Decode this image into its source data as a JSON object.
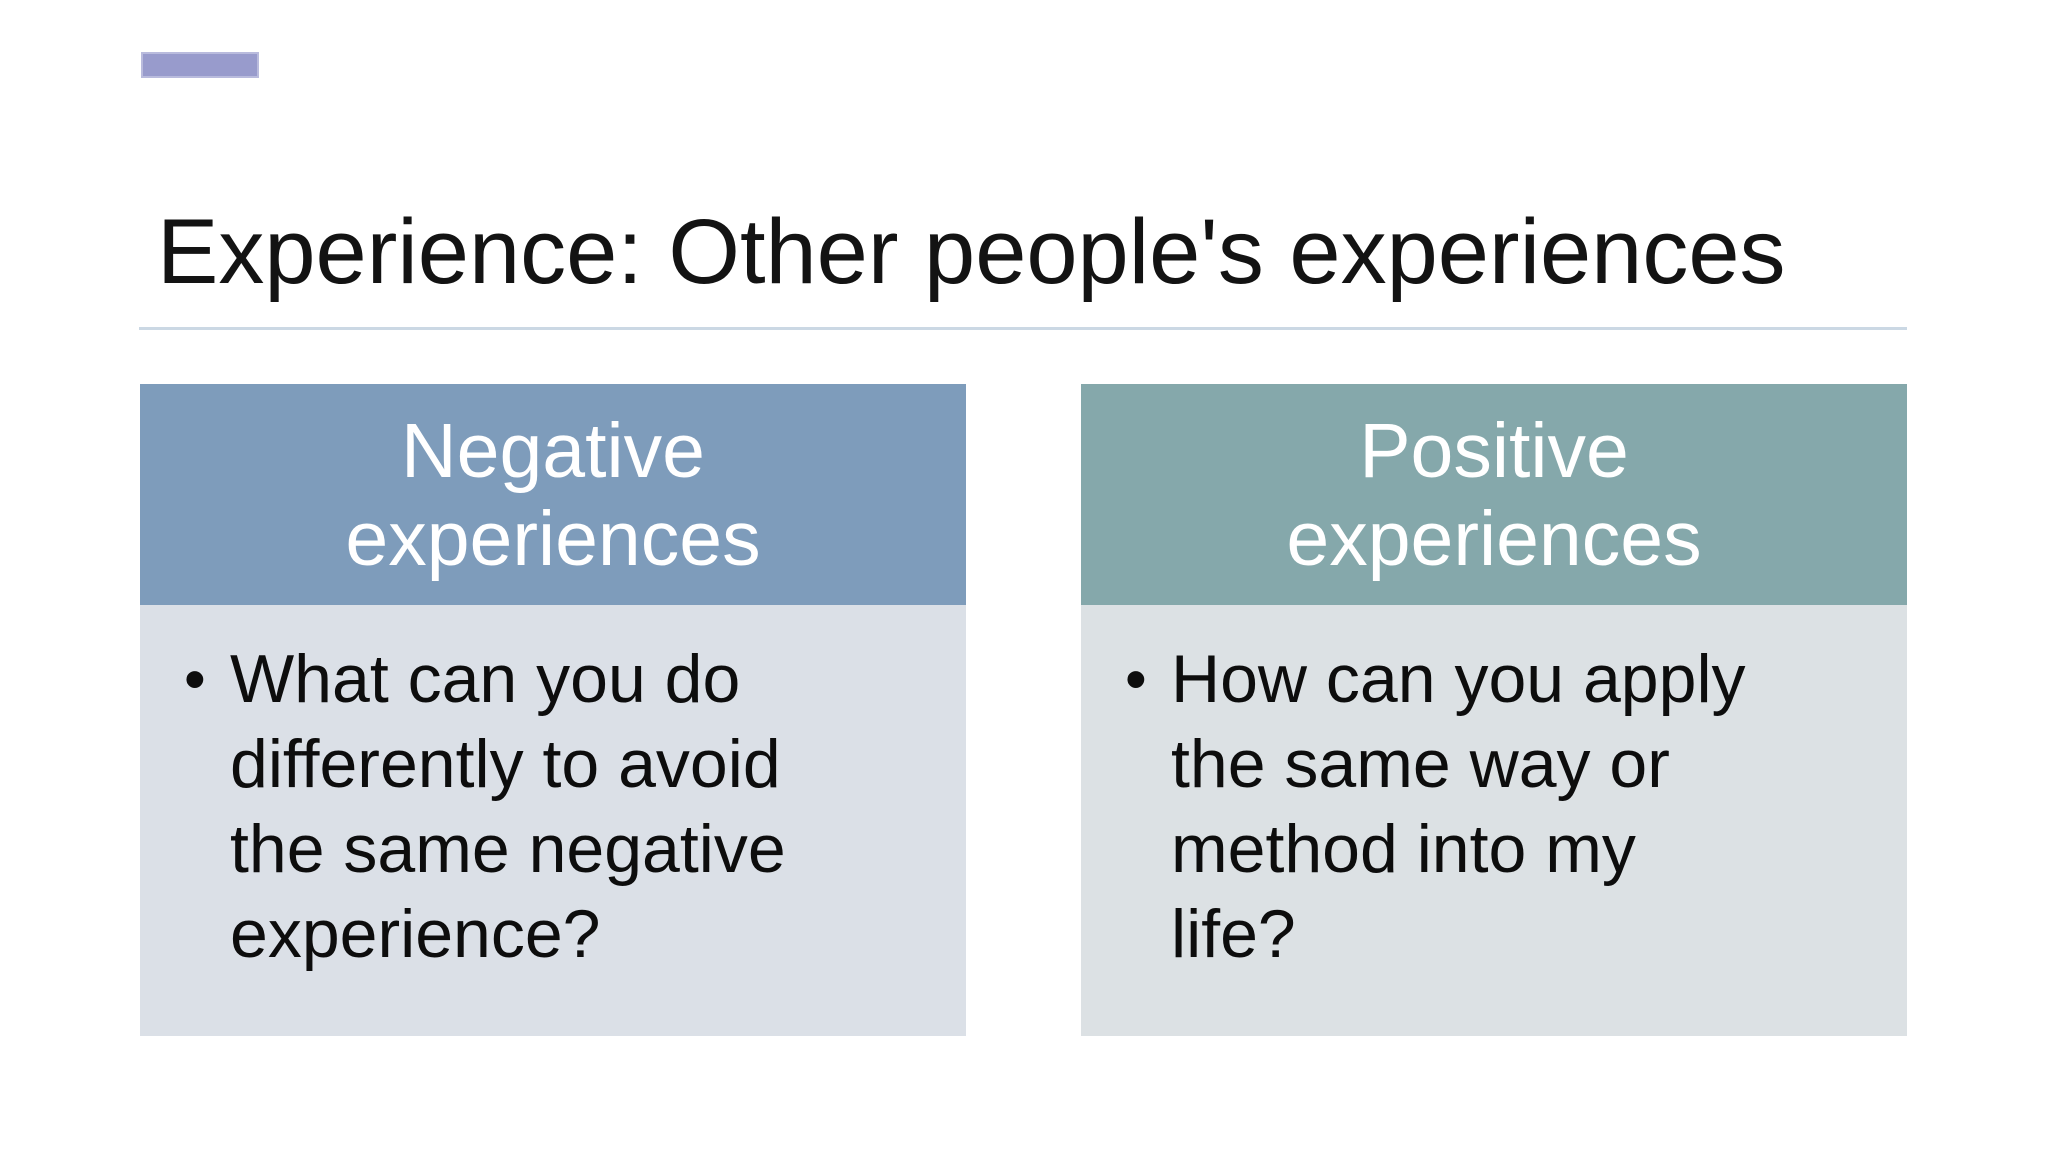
{
  "slide": {
    "title": "Experience: Other people's experiences",
    "accent_bar_color": "#989bcc",
    "divider_color": "#cbd8e4",
    "title_text_color": "#131313",
    "body_text_color": "#0d0d0d",
    "header_text_color": "#ffffff",
    "columns": [
      {
        "id": "negative-experiences",
        "header_color": "#7e9cbb",
        "body_color": "#dbe0e7",
        "header_lines": [
          "Negative",
          "experiences"
        ],
        "bullet_glyph": "•",
        "body_text": "What can you do differently to avoid the same negative experience?",
        "body_lines": [
          "What can you do",
          "differently to avoid",
          "the same negative",
          "experience?"
        ]
      },
      {
        "id": "positive-experiences",
        "header_color": "#85a8ab",
        "body_color": "#dce1e4",
        "header_lines": [
          "Positive",
          "experiences"
        ],
        "bullet_glyph": "•",
        "body_text": "How can you apply the same way or method into my life?",
        "body_lines": [
          "How can you apply",
          "the same way or",
          "method into my",
          "life?"
        ]
      }
    ]
  }
}
